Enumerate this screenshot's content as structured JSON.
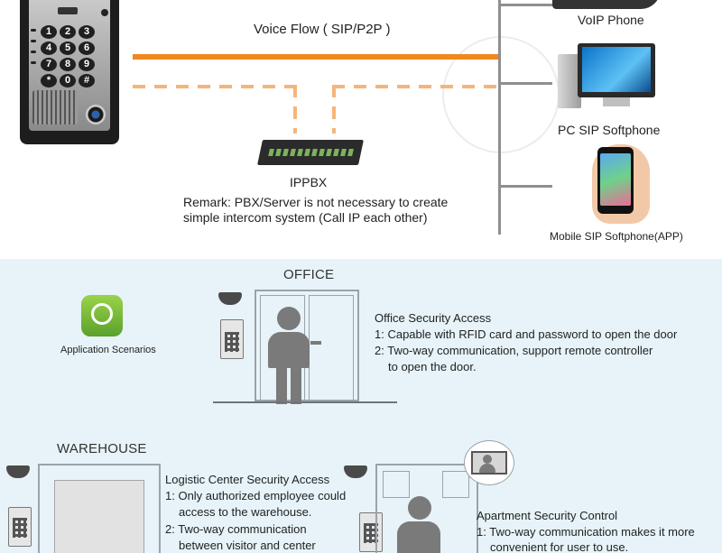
{
  "top": {
    "voice_flow_label": "Voice Flow ( SIP/P2P )",
    "ippbx_label": "IPPBX",
    "remark_line1": "Remark: PBX/Server is not necessary to create",
    "remark_line2": "simple intercom system (Call IP each other)",
    "voip_phone_label": "VoIP Phone",
    "pc_softphone_label": "PC SIP Softphone",
    "mobile_softphone_label": "Mobile SIP Softphone(APP)",
    "keypad_keys": [
      "1",
      "2",
      "3",
      "4",
      "5",
      "6",
      "7",
      "8",
      "9",
      "*",
      "0",
      "#"
    ]
  },
  "application": {
    "icon_label": "Application Scenarios"
  },
  "office": {
    "title": "OFFICE",
    "heading": "Office Security Access",
    "line1": "1: Capable with RFID card and password to open the door",
    "line2": "2: Two-way communication, support remote controller",
    "line2b": "to open the door."
  },
  "warehouse": {
    "title": "WAREHOUSE",
    "heading": "Logistic Center Security Access",
    "line1": "1: Only authorized employee could",
    "line1b": "access to the warehouse.",
    "line2": "2: Two-way communication",
    "line2b": "between visitor and center"
  },
  "apartment": {
    "heading": "Apartment Security Control",
    "line1": "1: Two-way communication makes it more",
    "line1b": "convenient for user to use."
  },
  "colors": {
    "voice_flow_orange": "#f0891f",
    "dashed_orange": "#f5b57a",
    "bottom_background": "#e7f3f8",
    "app_icon_green": "#7bbf3a"
  }
}
